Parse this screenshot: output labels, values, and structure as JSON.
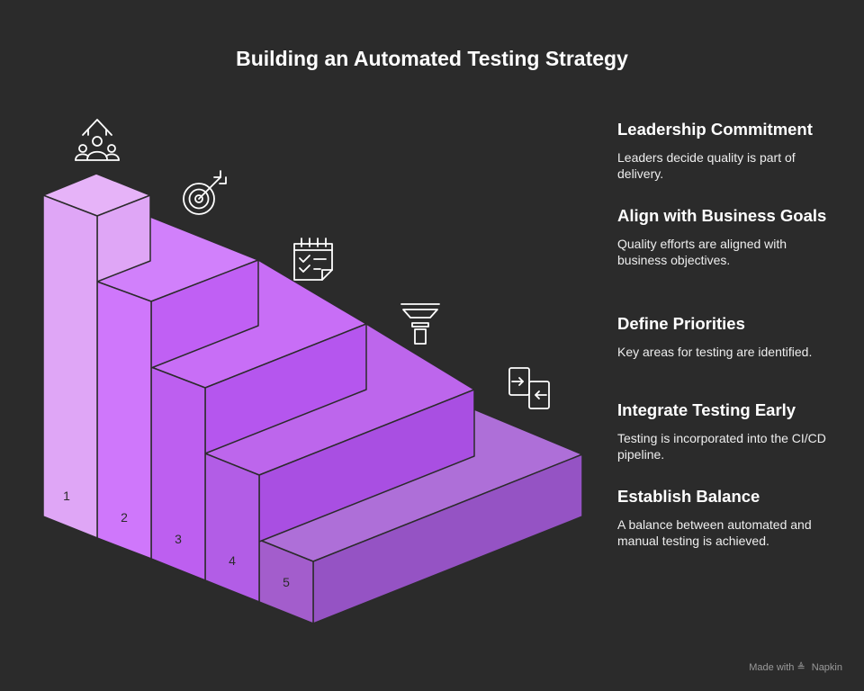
{
  "title": "Building an Automated Testing Strategy",
  "colors": {
    "background": "#2b2b2b",
    "step1": "#dfa6f6",
    "step2": "#cf77fb",
    "step3": "#bb5eed",
    "step4": "#ad55df",
    "step5": "#9b5cc8",
    "outline": "#2b2b2b"
  },
  "steps": [
    {
      "number": "1",
      "icon": "leadership-icon",
      "heading": "Leadership Commitment",
      "description": "Leaders decide quality is part of delivery."
    },
    {
      "number": "2",
      "icon": "target-icon",
      "heading": "Align with Business Goals",
      "description": "Quality efforts are aligned with business objectives."
    },
    {
      "number": "3",
      "icon": "checklist-icon",
      "heading": "Define Priorities",
      "description": "Key areas for testing are identified."
    },
    {
      "number": "4",
      "icon": "funnel-icon",
      "heading": "Integrate Testing Early",
      "description": "Testing is incorporated into the CI/CD pipeline."
    },
    {
      "number": "5",
      "icon": "exchange-icon",
      "heading": "Establish Balance",
      "description": "A balance between automated and manual testing is achieved."
    }
  ],
  "footer": {
    "made_with": "Made with",
    "brand": "Napkin"
  }
}
